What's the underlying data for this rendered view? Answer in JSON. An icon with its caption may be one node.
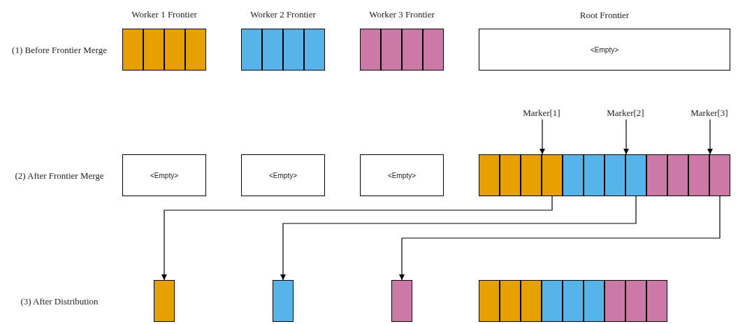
{
  "diagram": {
    "nodes": [
      {
        "text": [
          "Worker 1 Frontier"
        ]
      },
      {
        "text": [],
        "shape": "box",
        "in": 0
      },
      {
        "text": [],
        "shape": "box",
        "in": 0
      },
      {
        "text": [],
        "shape": "box",
        "in": 0
      },
      {
        "text": [],
        "shape": "box",
        "in": 0
      },
      {
        "text": [
          "Worker 2 Frontier"
        ]
      },
      {
        "text": [],
        "shape": "box",
        "in": 5
      },
      {
        "text": [],
        "shape": "box",
        "in": 5
      },
      {
        "text": [],
        "shape": "box",
        "in": 5
      },
      {
        "text": [],
        "shape": "box",
        "in": 5
      },
      {
        "text": [
          "Worker 3 Frontier"
        ]
      },
      {
        "text": [],
        "shape": "box",
        "in": 10
      },
      {
        "text": [],
        "shape": "box",
        "in": 10
      },
      {
        "text": [],
        "shape": "box",
        "in": 10
      },
      {
        "text": [],
        "shape": "box",
        "in": 10
      },
      {
        "text": [
          "Root Frontier",
          "<Empty>"
        ]
      },
      {
        "text": [
          "Marker[1]"
        ]
      },
      {
        "text": [
          "Marker[2]"
        ]
      },
      {
        "text": [
          "Marker[3]"
        ]
      },
      {
        "text": [
          "<Empty>"
        ]
      },
      {
        "text": [
          "<Empty>"
        ]
      },
      {
        "text": [
          "<Empty>"
        ]
      },
      {
        "text": [],
        "shape": "bar"
      },
      {
        "text": [],
        "shape": "box",
        "in": 22
      },
      {
        "text": [],
        "shape": "box",
        "in": 22
      },
      {
        "text": [],
        "shape": "box",
        "in": 22
      },
      {
        "text": [],
        "shape": "box",
        "in": 22
      },
      {
        "text": [],
        "shape": "box",
        "in": 22
      },
      {
        "text": [],
        "shape": "box",
        "in": 22
      },
      {
        "text": [],
        "shape": "box",
        "in": 22
      },
      {
        "text": [],
        "shape": "box",
        "in": 22
      },
      {
        "text": [],
        "shape": "box",
        "in": 22
      },
      {
        "text": [],
        "shape": "box",
        "in": 22
      },
      {
        "text": [],
        "shape": "box",
        "in": 22
      },
      {
        "text": [],
        "shape": "box",
        "in": 22
      },
      {
        "text": [],
        "shape": "box"
      },
      {
        "text": [],
        "shape": "box"
      },
      {
        "text": [],
        "shape": "box"
      },
      {
        "text": [],
        "shape": "bar"
      },
      {
        "text": [],
        "shape": "box",
        "in": 38
      },
      {
        "text": [],
        "shape": "box",
        "in": 38
      },
      {
        "text": [],
        "shape": "box",
        "in": 38
      },
      {
        "text": [],
        "shape": "box",
        "in": 38
      },
      {
        "text": [],
        "shape": "box",
        "in": 38
      },
      {
        "text": [],
        "shape": "box",
        "in": 38
      },
      {
        "text": [],
        "shape": "box",
        "in": 38
      },
      {
        "text": [],
        "shape": "box",
        "in": 38
      },
      {
        "text": [],
        "shape": "box",
        "in": 38
      }
    ],
    "edges": [
      {
        "from": 16,
        "to": 26,
        "arrow": "to"
      },
      {
        "from": 17,
        "to": 30,
        "arrow": "to"
      },
      {
        "from": 18,
        "to": 34,
        "arrow": "to"
      },
      {
        "from": 26,
        "to": 35,
        "arrow": "to"
      },
      {
        "from": 30,
        "to": 36,
        "arrow": "to"
      },
      {
        "from": 34,
        "to": 37,
        "arrow": "to"
      }
    ],
    "labels": [
      "(1) Before Frontier Merge",
      "(2) After Frontier Merge",
      "(3) After Distribution"
    ]
  }
}
